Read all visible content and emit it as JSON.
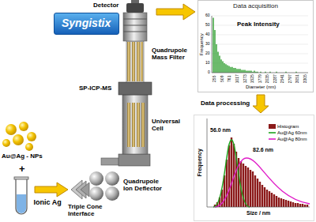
{
  "diagram": {
    "nodes": [
      {
        "text": [
          "Syngistix"
        ]
      },
      {
        "text": [
          "Data acquisition",
          "Peak Intensity"
        ]
      },
      {
        "text": [
          "56.0 nm",
          "82.6 nm"
        ]
      }
    ],
    "edges": [
      {
        "from": 1,
        "to": 2,
        "arrow": "to",
        "label": "Data processing"
      }
    ],
    "labels": [
      "Au@Ag - NPs",
      "+",
      "Ionic Ag",
      "Detector",
      "Quadrupole Mass Filter",
      "SP-ICP-MS",
      "Universal Cell",
      "Quadrupole Ion Deflector",
      "Triple Cone Interface",
      "Frequency",
      "Diameter (nm)",
      "0",
      "10",
      "20",
      "30",
      "40",
      "50",
      "60",
      "255",
      "509",
      "761",
      "1017",
      "1273",
      "1525",
      "1779",
      "2035",
      "2287",
      "2541",
      "2797",
      "3051",
      "3305",
      "Frequency",
      "Size / nm"
    ],
    "legend": [
      {
        "text": "Histogram",
        "color": "#8b1a1a"
      },
      {
        "text": "Au@Ag 60nm"
      },
      {
        "text": "Au@Ag 80nm"
      }
    ]
  }
}
